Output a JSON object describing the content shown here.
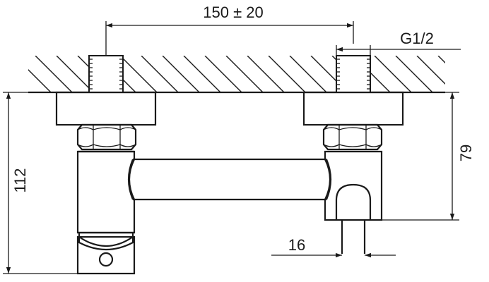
{
  "drawing": {
    "dimensions": {
      "spacing": "150 ± 20",
      "thread": "G1/2",
      "total_height": "112",
      "mount_height": "79",
      "outlet_diameter": "16"
    }
  }
}
